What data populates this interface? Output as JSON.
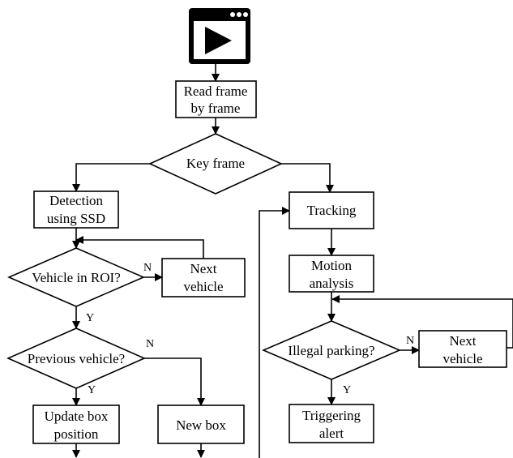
{
  "icons": {
    "video": "video-player-icon"
  },
  "nodes": {
    "read_frame": [
      "Read frame",
      "by frame"
    ],
    "key_frame": "Key frame",
    "detection": [
      "Detection",
      "using SSD"
    ],
    "tracking": "Tracking",
    "motion": [
      "Motion",
      "analysis"
    ],
    "vehicle_roi": "Vehicle in ROI?",
    "next_vehicle_left": [
      "Next",
      "vehicle"
    ],
    "previous_vehicle": "Previous vehicle?",
    "update_box": [
      "Update box",
      "position"
    ],
    "new_box": "New box",
    "illegal_parking": "Illegal parking?",
    "next_vehicle_right": [
      "Next",
      "vehicle"
    ],
    "triggering": [
      "Triggering",
      "alert"
    ]
  },
  "edge_labels": {
    "roi_no": "N",
    "roi_yes": "Y",
    "prev_no": "N",
    "prev_yes": "Y",
    "parking_no": "N",
    "parking_yes": "Y"
  }
}
